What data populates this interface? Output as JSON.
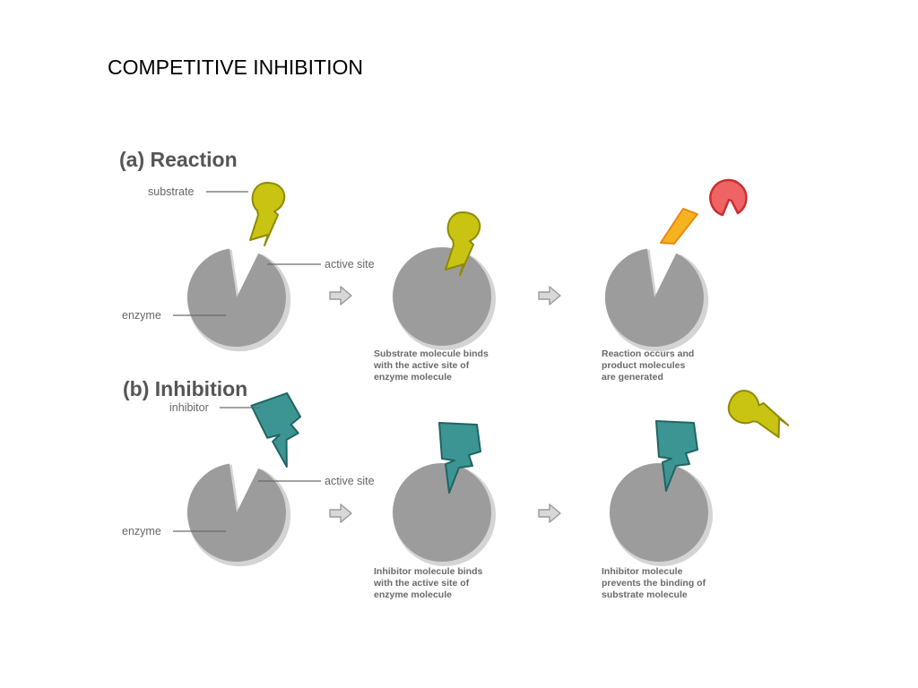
{
  "title": "COMPETITIVE INHIBITION",
  "sections": {
    "reaction": {
      "heading": "(a) Reaction",
      "labels": {
        "substrate": "substrate",
        "active_site": "active site",
        "enzyme": "enzyme"
      },
      "captions": {
        "binding": [
          "Substrate molecule binds",
          "with the active site of",
          "enzyme molecule"
        ],
        "product": [
          "Reaction occurs and",
          "product molecules",
          "are generated"
        ]
      }
    },
    "inhibition": {
      "heading": "(b) Inhibition",
      "labels": {
        "inhibitor": "inhibitor",
        "active_site": "active site",
        "enzyme": "enzyme"
      },
      "captions": {
        "binding": [
          "Inhibitor molecule binds",
          "with the active site of",
          "enzyme molecule"
        ],
        "blocked": [
          "Inhibitor molecule",
          "prevents the binding of",
          "substrate molecule"
        ]
      }
    }
  },
  "colors": {
    "enzyme": "#9c9c9c",
    "substrate": "#c9c412",
    "inhibitor": "#3c9593",
    "product_orange": "#f5b320",
    "product_red": "#ee6464"
  }
}
